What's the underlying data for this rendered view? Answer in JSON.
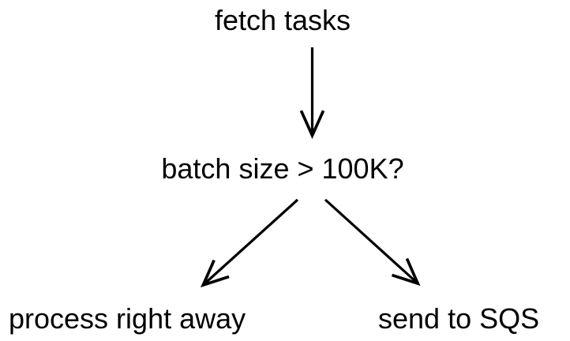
{
  "diagram": {
    "title": "fetch tasks batch size decision flow",
    "background_color": "#ffffff",
    "stroke_color": "#000000",
    "nodes": [
      {
        "id": "start",
        "label": "fetch tasks",
        "shape": "plain-text",
        "level": 0
      },
      {
        "id": "decision",
        "label": "batch size > 100K?",
        "shape": "plain-text",
        "level": 1
      },
      {
        "id": "left",
        "label": "process right away",
        "shape": "plain-text",
        "level": 2
      },
      {
        "id": "right",
        "label": "send to SQS",
        "shape": "plain-text",
        "level": 2
      }
    ],
    "edges": [
      {
        "id": "edge-start-decision",
        "from": "start",
        "to": "decision",
        "label": "",
        "direction": "down",
        "arrowhead": "open"
      },
      {
        "id": "edge-decision-left",
        "from": "decision",
        "to": "left",
        "label": "",
        "direction": "down-left",
        "arrowhead": "open"
      },
      {
        "id": "edge-decision-right",
        "from": "decision",
        "to": "right",
        "label": "",
        "direction": "down-right",
        "arrowhead": "open"
      }
    ]
  }
}
